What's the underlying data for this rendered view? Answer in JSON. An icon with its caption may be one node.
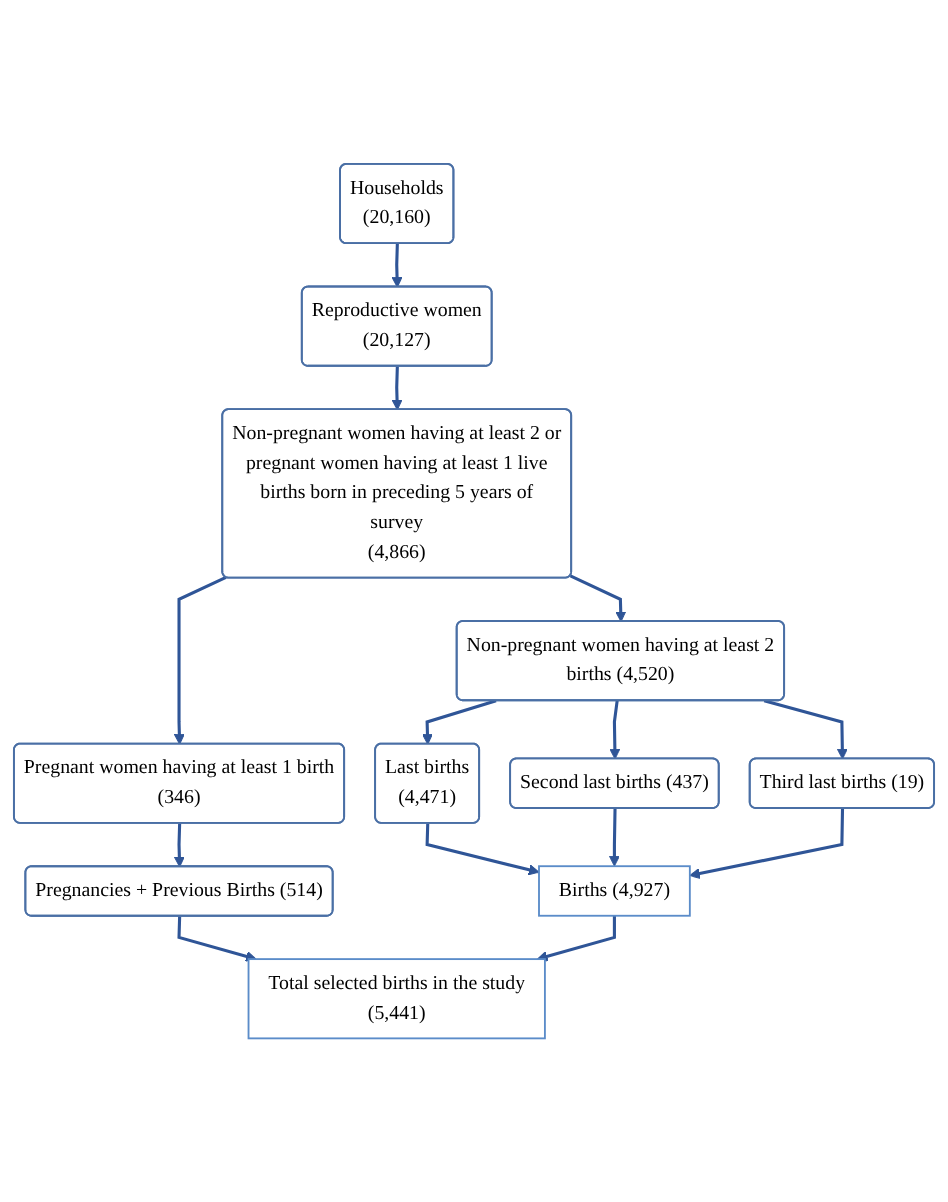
{
  "diagram": {
    "nodes": [
      {
        "text": [
          "Households",
          "(20,160)"
        ]
      },
      {
        "text": [
          "Reproductive women",
          "(20,127)"
        ]
      },
      {
        "text": [
          "Non-pregnant women having at least 2 or pregnant women having at least 1 live births born in preceding 5 years of survey",
          "(4,866)"
        ]
      },
      {
        "text": [
          "Pregnant women having at least 1 birth (346)"
        ]
      },
      {
        "text": [
          "Non-pregnant women having at least 2 births (4,520)"
        ]
      },
      {
        "text": [
          "Pregnancies + Previous Births (514)"
        ]
      },
      {
        "text": [
          "Last births",
          "(4,471)"
        ]
      },
      {
        "text": [
          "Second last births (437)"
        ]
      },
      {
        "text": [
          "Third last births (19)"
        ]
      },
      {
        "text": [
          "Total selected births in the study (5,441)"
        ]
      },
      {
        "text": [
          "Births (4,927)"
        ]
      }
    ],
    "edges": [
      {
        "from": 0,
        "to": 1,
        "arrow": "to"
      },
      {
        "from": 1,
        "to": 2,
        "arrow": "to"
      },
      {
        "from": 2,
        "to": 3,
        "arrow": "to"
      },
      {
        "from": 2,
        "to": 4,
        "arrow": "to"
      },
      {
        "from": 3,
        "to": 5,
        "arrow": "to"
      },
      {
        "from": 4,
        "to": 6,
        "arrow": "to"
      },
      {
        "from": 4,
        "to": 7,
        "arrow": "to"
      },
      {
        "from": 4,
        "to": 8,
        "arrow": "to"
      },
      {
        "from": 5,
        "to": 9,
        "arrow": "to"
      },
      {
        "from": 6,
        "to": 10,
        "arrow": "to"
      },
      {
        "from": 7,
        "to": 10,
        "arrow": "to"
      },
      {
        "from": 8,
        "to": 10,
        "arrow": "to"
      },
      {
        "from": 10,
        "to": 9,
        "arrow": "to"
      }
    ]
  }
}
